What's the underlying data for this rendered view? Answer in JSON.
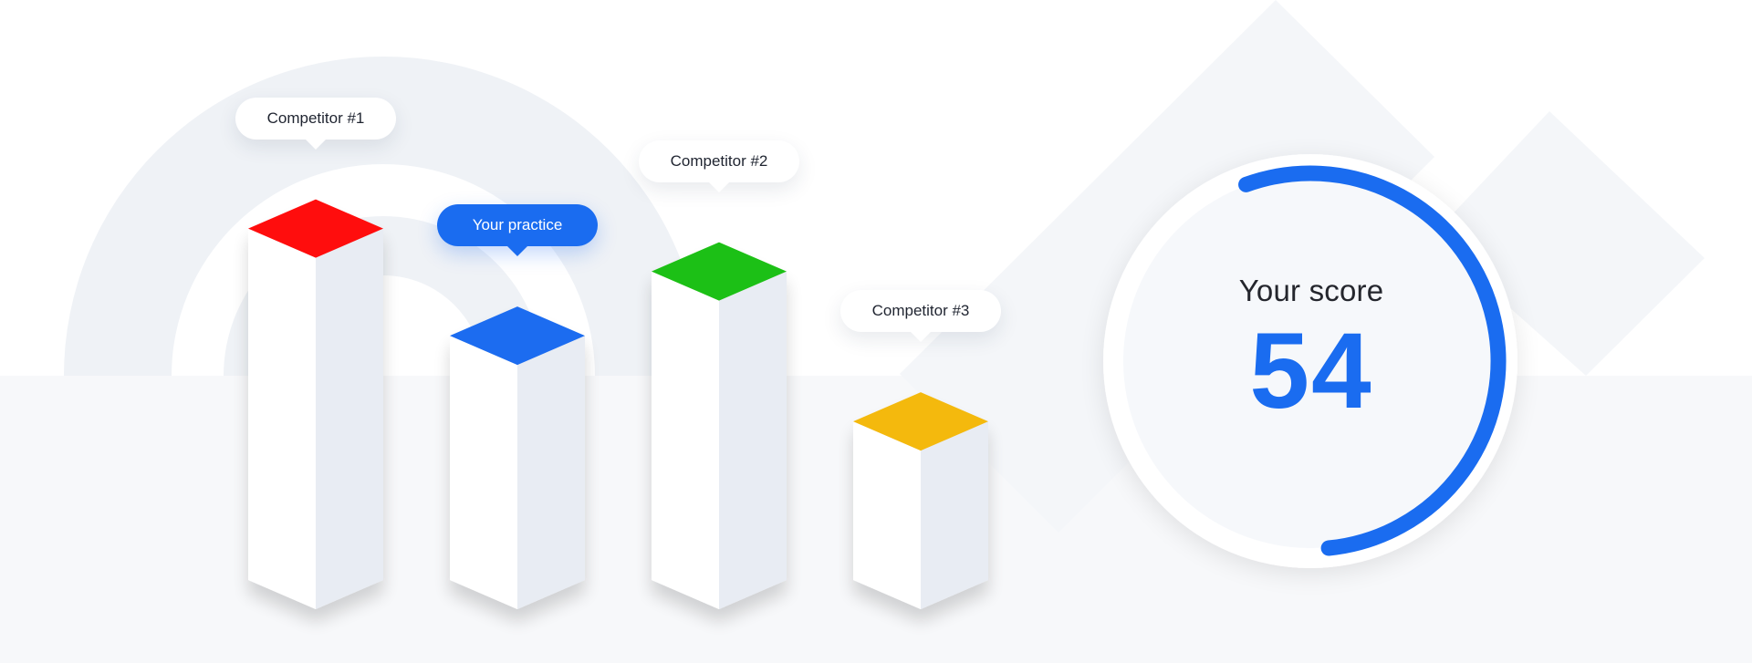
{
  "colors": {
    "accent": "#1a6cf0",
    "track": "#ffffff",
    "background_band": "#f7f8fa",
    "decor": "#eff2f6"
  },
  "bars": [
    {
      "label": "Competitor #1",
      "color": "#ff0a0a",
      "level": 0.82,
      "highlight": false
    },
    {
      "label": "Your practice",
      "color": "#1a6cf0",
      "level": 0.57,
      "highlight": true
    },
    {
      "label": "Competitor #2",
      "color": "#1ec012",
      "level": 0.72,
      "highlight": false
    },
    {
      "label": "Competitor #3",
      "color": "#f4b90c",
      "level": 0.37,
      "highlight": false
    }
  ],
  "score": {
    "label": "Your score",
    "value": "54",
    "percent": 54
  }
}
